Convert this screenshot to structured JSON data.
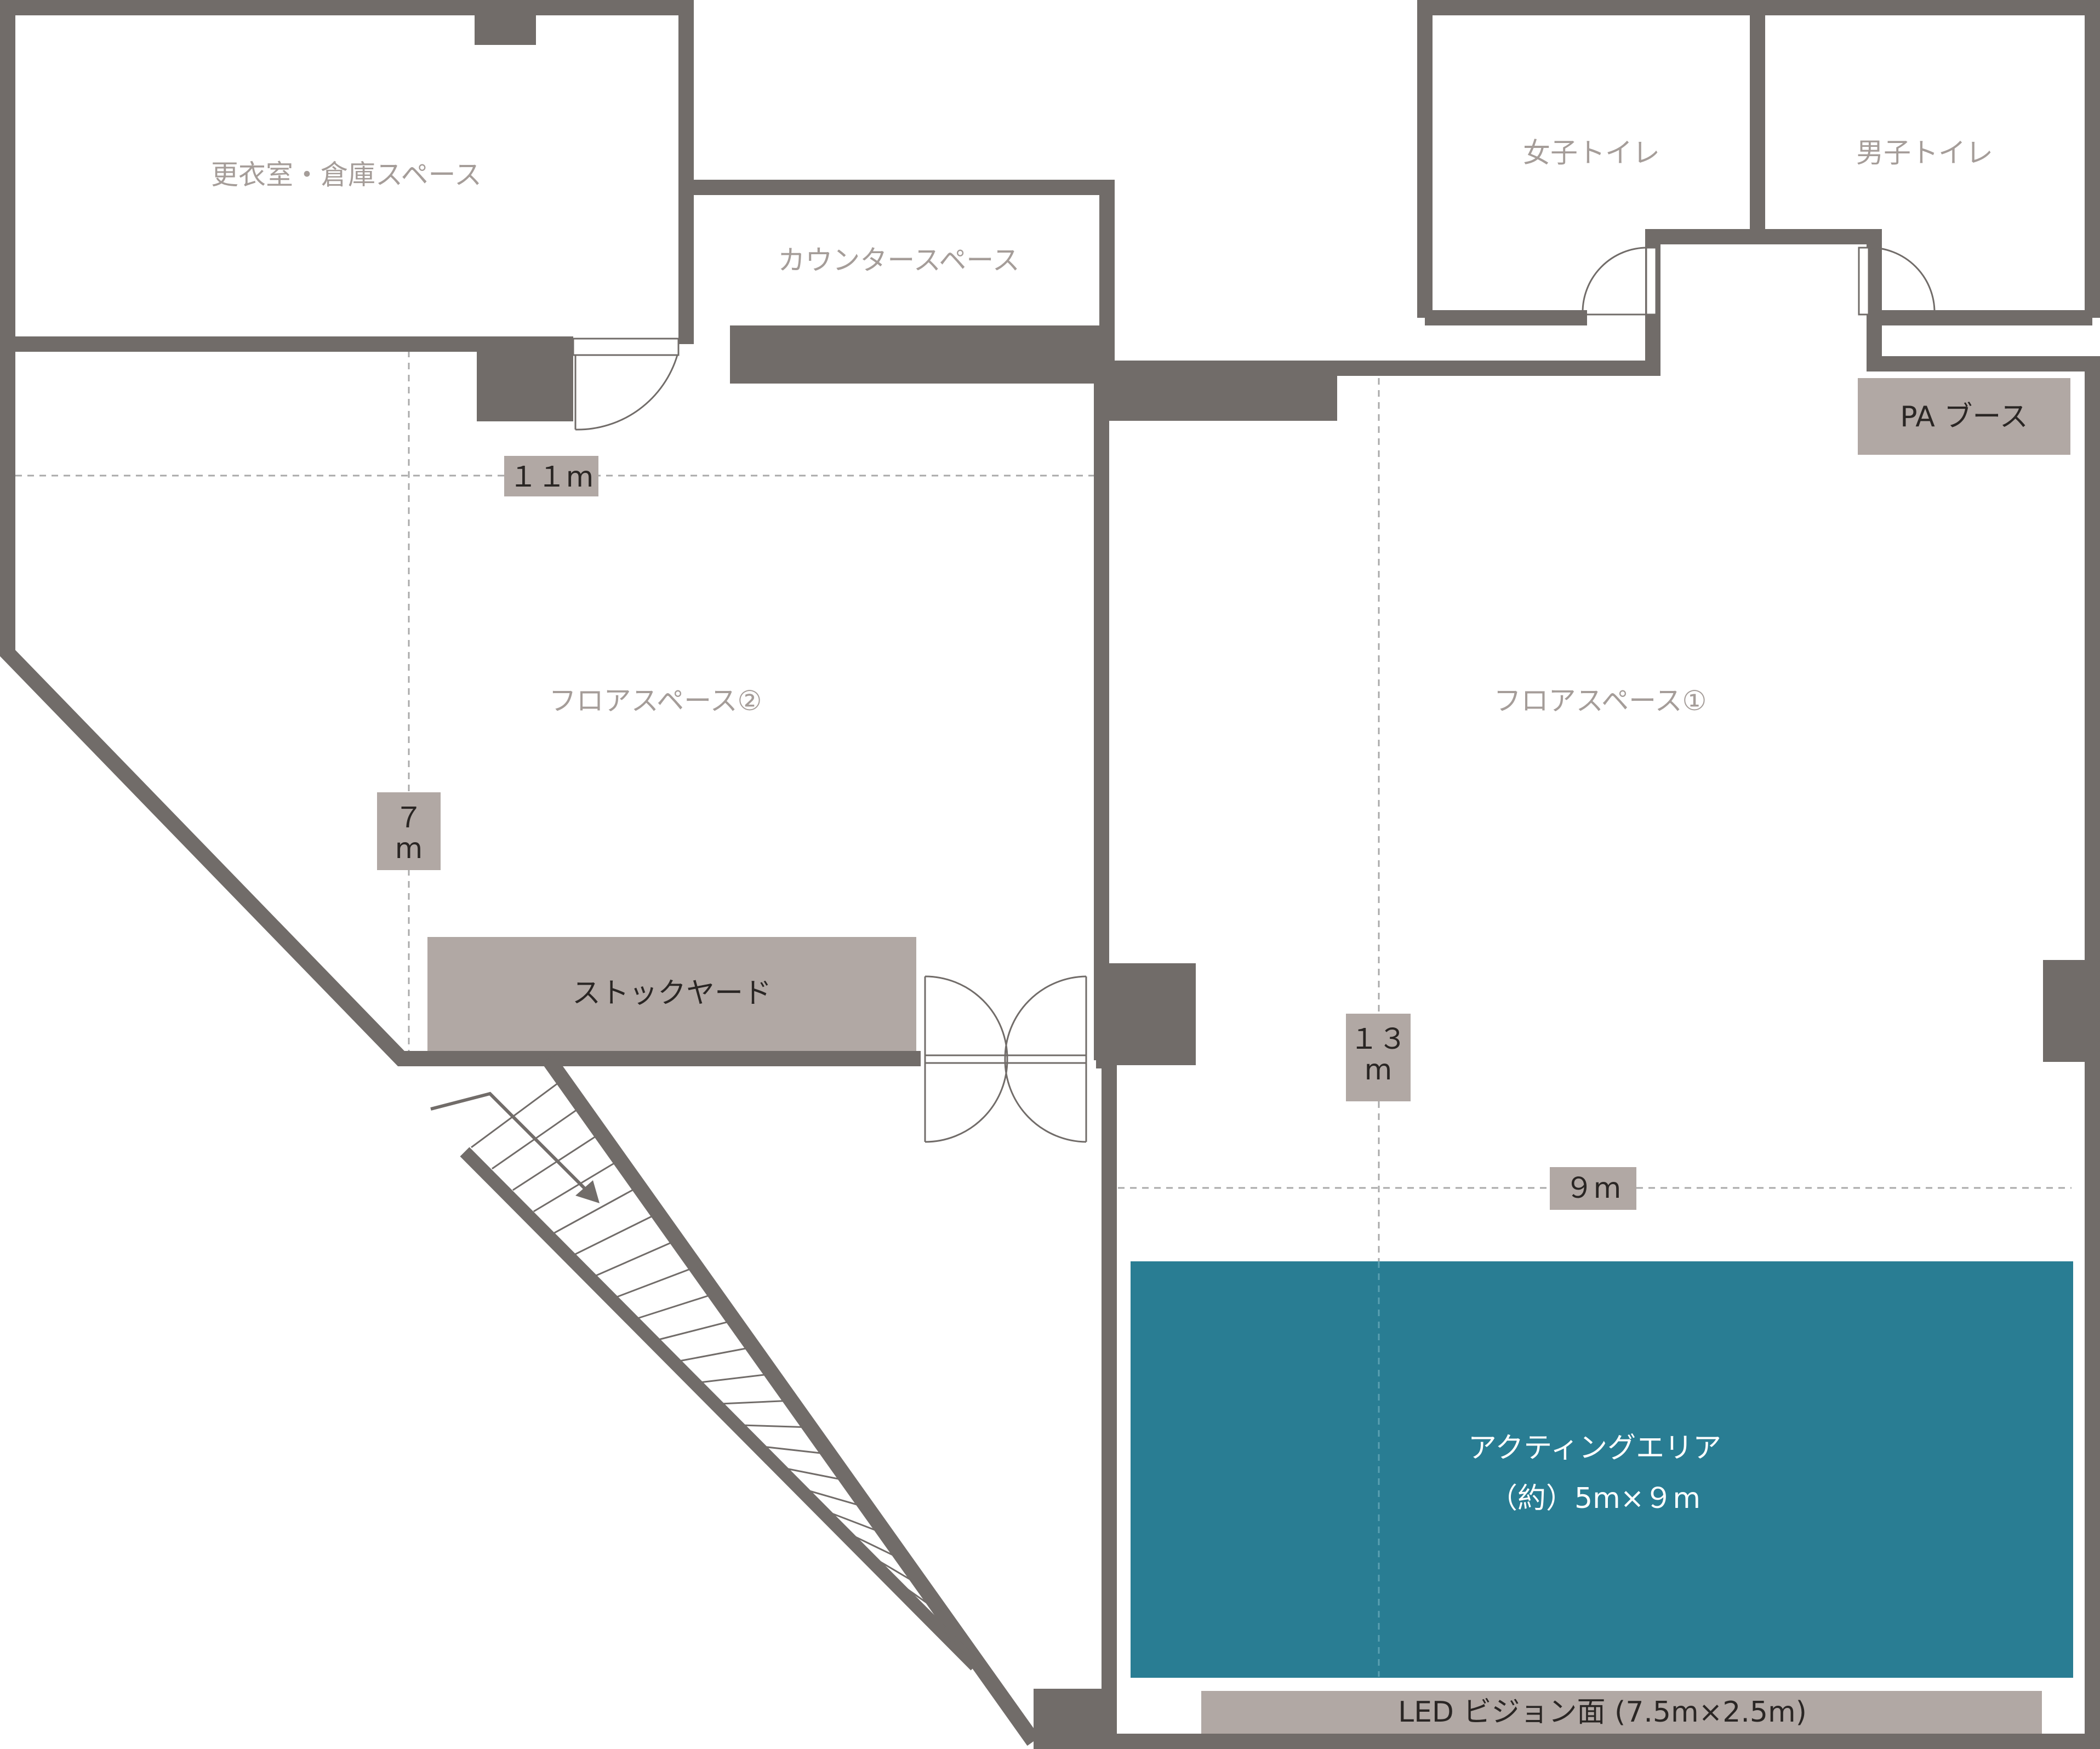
{
  "colors": {
    "wall": "#716c69",
    "tag": "#b1a8a4",
    "acting_area": "#297d93",
    "room_label": "#a59d99",
    "dashed": "#aaaaaa"
  },
  "rooms": {
    "changing_room": "更衣室・倉庫スペース",
    "counter_space": "カウンタースペース",
    "womens_toilet": "女子トイレ",
    "mens_toilet": "男子トイレ",
    "floor_space_2": "フロアスペース②",
    "floor_space_1": "フロアスペース①"
  },
  "tags": {
    "pa_booth": "PA ブース",
    "stock_yard": "ストックヤード",
    "led_vision": "LED ビジョン面 (7.5m×2.5m)"
  },
  "acting_area": {
    "line1": "アクティングエリア",
    "line2": "（約）5m×９m"
  },
  "dimensions": {
    "floor2_width": "１１m",
    "floor2_depth_num": "７",
    "floor2_depth_unit": "m",
    "floor1_depth_num": "１３",
    "floor1_depth_unit": "m",
    "floor1_width": "９m"
  },
  "icons": {
    "stairs": "stairs-icon",
    "stairs_arrow": "arrow-down-icon",
    "door": "door-swing-icon"
  }
}
